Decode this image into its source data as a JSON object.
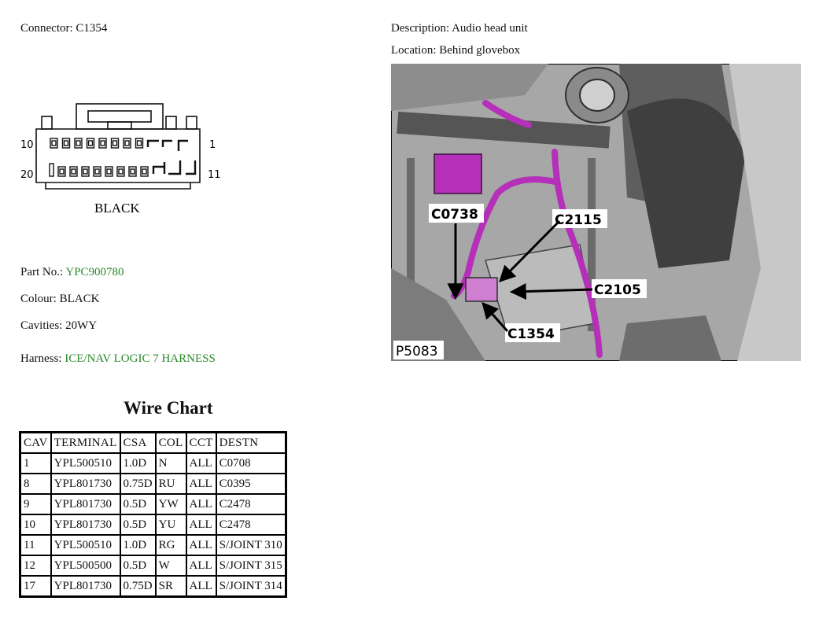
{
  "header": {
    "connector_label": "Connector: C1354",
    "description_label": "Description: Audio head unit",
    "location_label": "Location: Behind glovebox"
  },
  "connector_diagram": {
    "pin_left_top": "10",
    "pin_left_bottom": "20",
    "pin_right_top": "1",
    "pin_right_bottom": "11",
    "color_label": "BLACK"
  },
  "info": {
    "part_no_label": "Part No.:",
    "part_no_value": "YPC900780",
    "colour": "Colour: BLACK",
    "cavities": "Cavities: 20WY",
    "harness_label": "Harness:",
    "harness_value": "ICE/NAV LOGIC 7 HARNESS"
  },
  "photo": {
    "callouts": [
      "C0738",
      "C2115",
      "C2105",
      "C1354"
    ],
    "ref": "P5083",
    "colors": {
      "harness": "#b52fb8",
      "background": "#9a9a9a"
    }
  },
  "wire_chart": {
    "title": "Wire Chart",
    "headers": [
      "CAV",
      "TERMINAL",
      "CSA",
      "COL",
      "CCT",
      "DESTN"
    ],
    "rows": [
      [
        "1",
        "YPL500510",
        "1.0D",
        "N",
        "ALL",
        "C0708"
      ],
      [
        "8",
        "YPL801730",
        "0.75D",
        "RU",
        "ALL",
        "C0395"
      ],
      [
        "9",
        "YPL801730",
        "0.5D",
        "YW",
        "ALL",
        "C2478"
      ],
      [
        "10",
        "YPL801730",
        "0.5D",
        "YU",
        "ALL",
        "C2478"
      ],
      [
        "11",
        "YPL500510",
        "1.0D",
        "RG",
        "ALL",
        "S/JOINT 310"
      ],
      [
        "12",
        "YPL500500",
        "0.5D",
        "W",
        "ALL",
        "S/JOINT 315"
      ],
      [
        "17",
        "YPL801730",
        "0.75D",
        "SR",
        "ALL",
        "S/JOINT 314"
      ]
    ]
  }
}
